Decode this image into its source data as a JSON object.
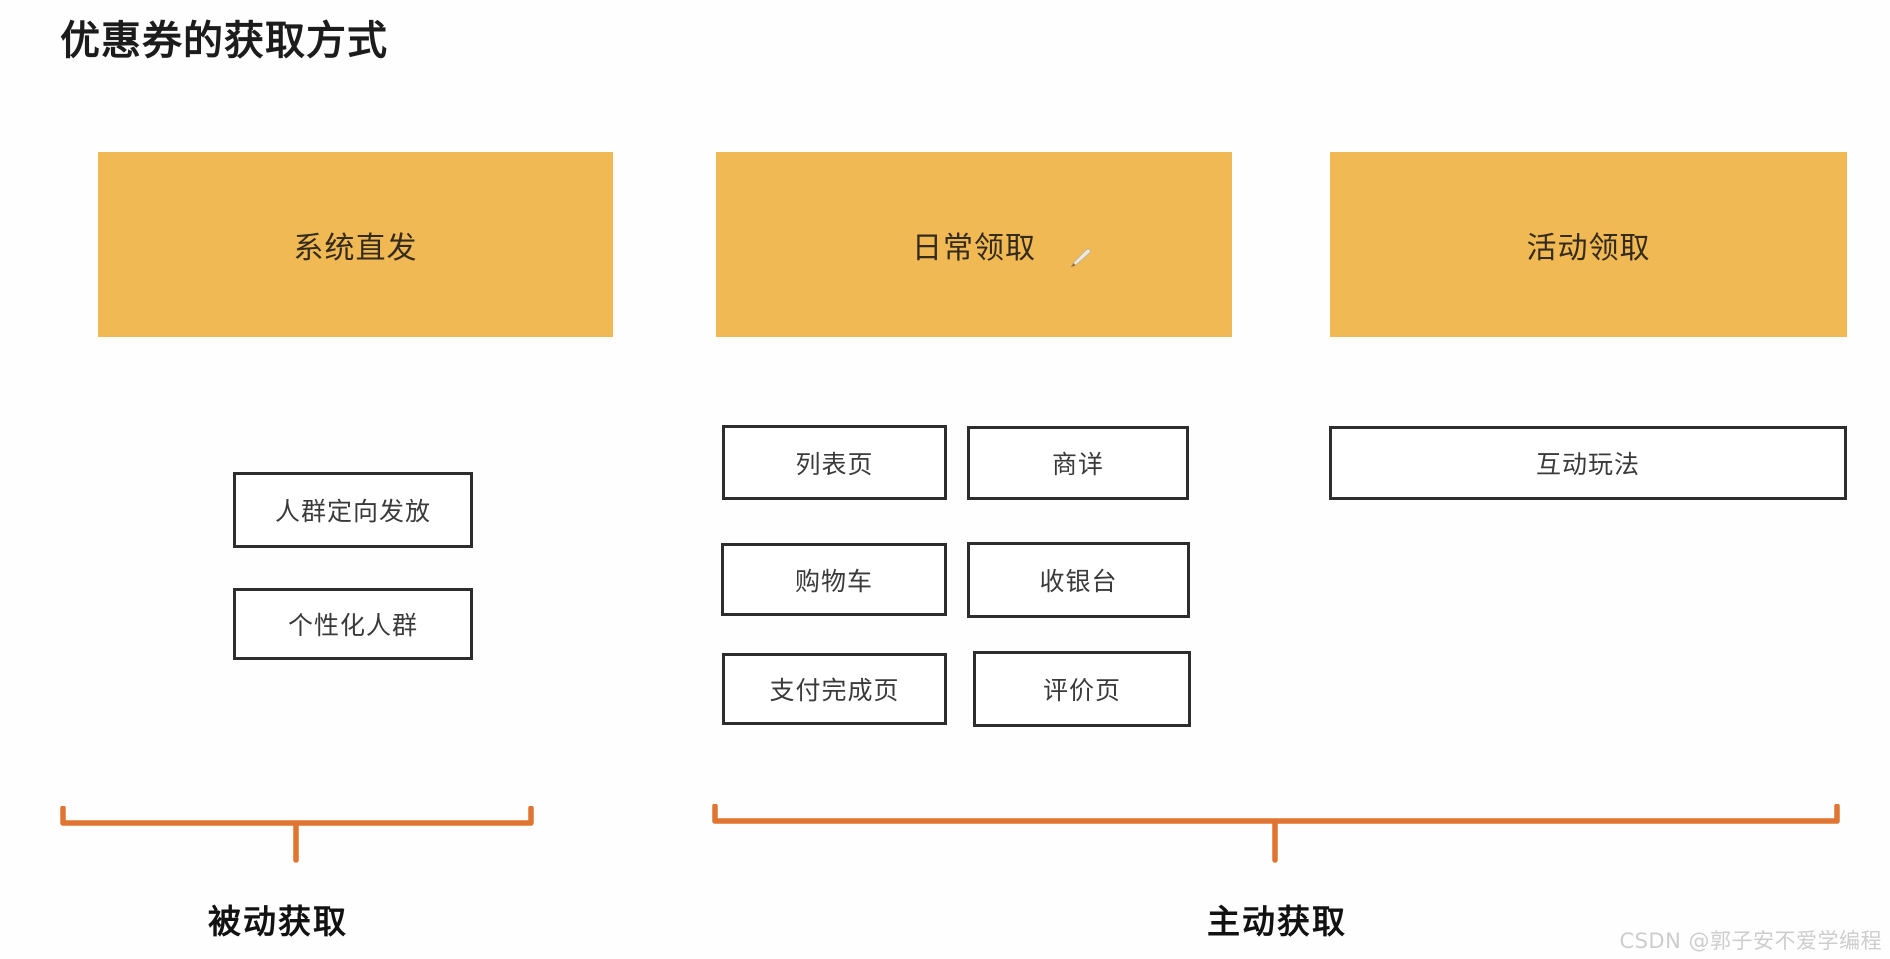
{
  "page": {
    "title": "优惠券的获取方式",
    "watermark": "CSDN @郭子安不爱学编程"
  },
  "colors": {
    "header_fill": "#F0B954",
    "brace_orange": "#DF7530",
    "node_border": "#2D2D2D",
    "text_dark": "#1C1C1C"
  },
  "columns": [
    {
      "header": "系统直发",
      "items": [
        "人群定向发放",
        "个性化人群"
      ]
    },
    {
      "header": "日常领取",
      "icon": "pen-cursor",
      "items": [
        "列表页",
        "商详",
        "购物车",
        "收银台",
        "支付完成页",
        "评价页"
      ]
    },
    {
      "header": "活动领取",
      "items": [
        "互动玩法"
      ]
    }
  ],
  "groups": [
    {
      "label": "被动获取"
    },
    {
      "label": "主动获取"
    }
  ]
}
